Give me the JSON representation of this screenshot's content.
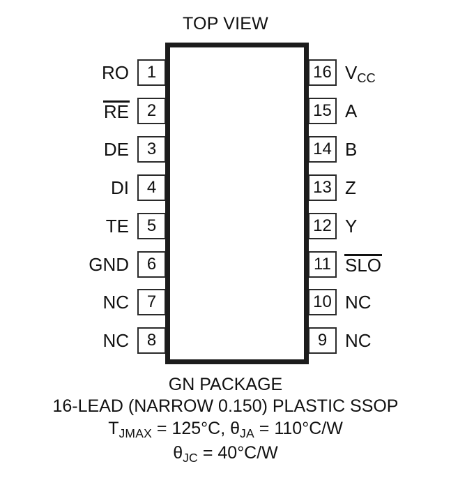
{
  "diagram": {
    "title": "TOP VIEW",
    "package_outline": {
      "shape": "rectangle",
      "border_color": "#1c1c1c"
    },
    "pins_left": [
      {
        "number": "1",
        "label": "RO",
        "overline": false
      },
      {
        "number": "2",
        "label": "RE",
        "overline": true
      },
      {
        "number": "3",
        "label": "DE",
        "overline": false
      },
      {
        "number": "4",
        "label": "DI",
        "overline": false
      },
      {
        "number": "5",
        "label": "TE",
        "overline": false
      },
      {
        "number": "6",
        "label": "GND",
        "overline": false
      },
      {
        "number": "7",
        "label": "NC",
        "overline": false
      },
      {
        "number": "8",
        "label": "NC",
        "overline": false
      }
    ],
    "pins_right": [
      {
        "number": "16",
        "label": "V",
        "subscript": "CC",
        "overline": false
      },
      {
        "number": "15",
        "label": "A",
        "subscript": "",
        "overline": false
      },
      {
        "number": "14",
        "label": "B",
        "subscript": "",
        "overline": false
      },
      {
        "number": "13",
        "label": "Z",
        "subscript": "",
        "overline": false
      },
      {
        "number": "12",
        "label": "Y",
        "subscript": "",
        "overline": false
      },
      {
        "number": "11",
        "label": "SLO",
        "subscript": "",
        "overline": true
      },
      {
        "number": "10",
        "label": "NC",
        "subscript": "",
        "overline": false
      },
      {
        "number": "9",
        "label": "NC",
        "subscript": "",
        "overline": false
      }
    ]
  },
  "caption": {
    "package_name": "GN PACKAGE",
    "package_description": "16-LEAD (NARROW 0.150) PLASTIC SSOP",
    "thermal_line_1": {
      "symbol_1": "T",
      "symbol_1_sub": "JMAX",
      "value_1": " = 125°C, ",
      "symbol_2": "θ",
      "symbol_2_sub": "JA",
      "value_2": " = 110°C/W"
    },
    "thermal_line_2": {
      "symbol": "θ",
      "symbol_sub": "JC",
      "value": " = 40°C/W"
    }
  }
}
